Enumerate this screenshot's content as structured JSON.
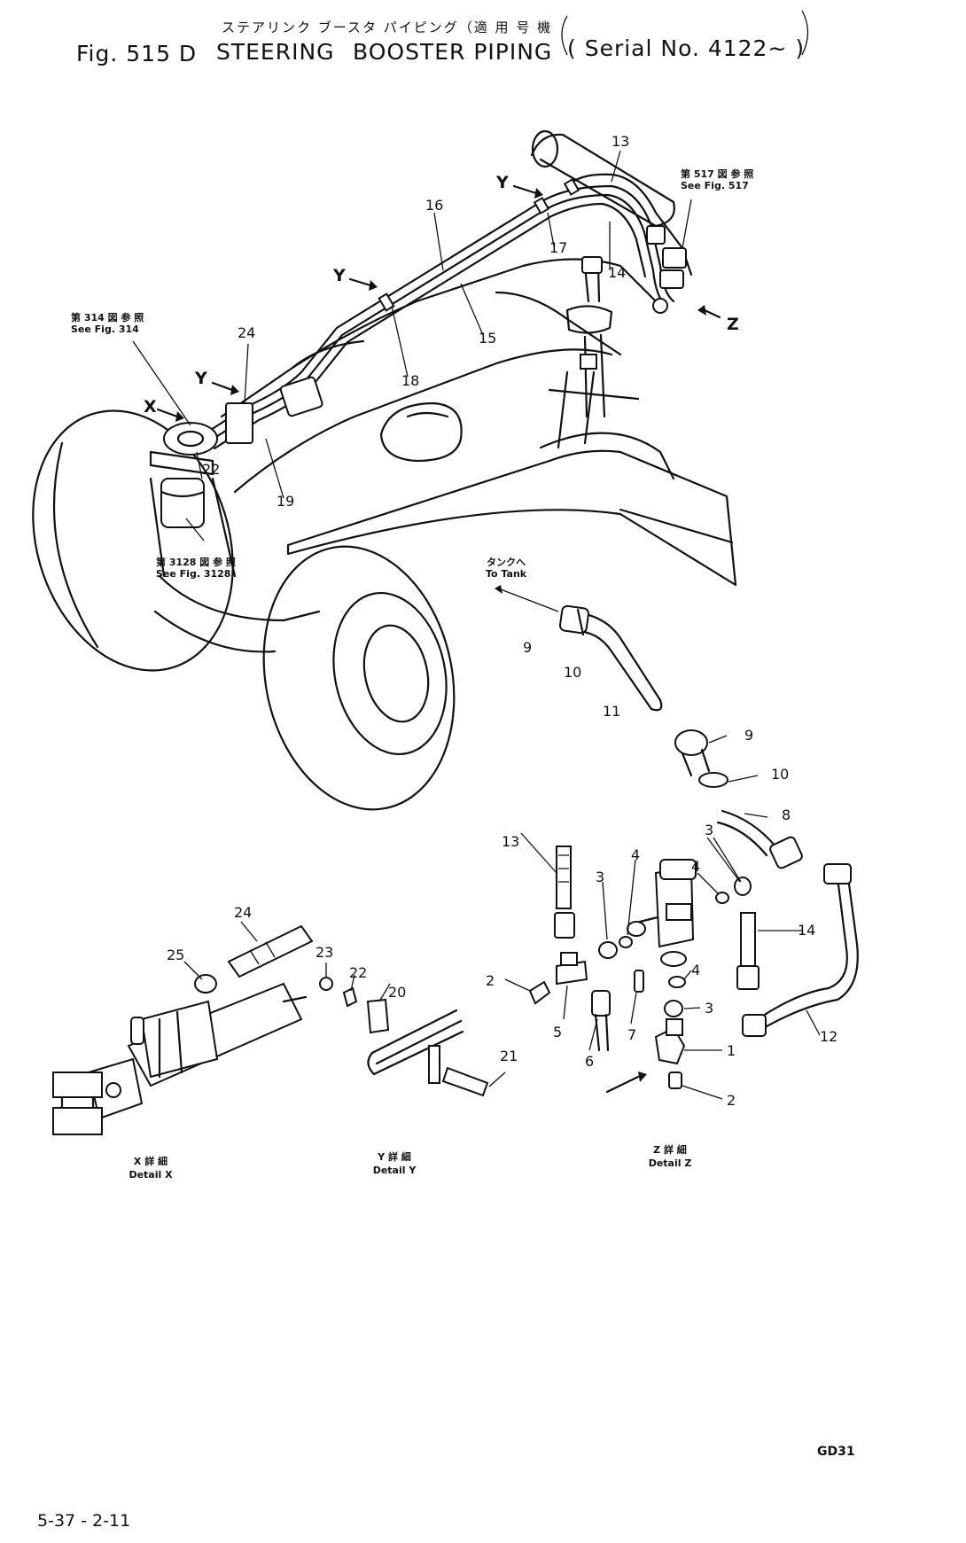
{
  "header": {
    "jp_line": "ステアリンク ブースタ パイピング（適 用 号 機",
    "fig_label": "Fig. 515 D",
    "title_part1": "STEERING",
    "title_part2": "BOOSTER PIPING",
    "serial": "( Serial No. 4122~ )"
  },
  "references": {
    "fig517_jp": "第 517 図 参 照",
    "fig517_en": "See Fig. 517",
    "fig314_jp": "第 314 図 参 照",
    "fig314_en": "See Fig. 314",
    "fig3128_jp": "第 3128 図 参 照",
    "fig3128_en": "See Fig. 3128",
    "tank_jp": "タンクへ",
    "tank_en": "To Tank"
  },
  "view_markers": {
    "y1": "Y",
    "y2": "Y",
    "y3": "Y",
    "x": "X",
    "z": "Z"
  },
  "callouts_main": {
    "c13": "13",
    "c16": "16",
    "c17": "17",
    "c14": "14",
    "c15": "15",
    "c18": "18",
    "c24": "24",
    "c22": "22",
    "c19": "19"
  },
  "callouts_detail": {
    "c9a": "9",
    "c10a": "10",
    "c11": "11",
    "c9b": "9",
    "c10b": "10",
    "c8": "8",
    "c13": "13",
    "c4a": "4",
    "c3a": "3",
    "c4b": "4",
    "c3b": "3",
    "c14": "14",
    "c2a": "2",
    "c5": "5",
    "c6": "6",
    "c7": "7",
    "c4c": "4",
    "c3c": "3",
    "c1": "1",
    "c2b": "2",
    "c12": "12",
    "c24": "24",
    "c25": "25",
    "c23": "23",
    "c22": "22",
    "c20": "20",
    "c21": "21"
  },
  "details": {
    "x_jp": "X 詳 細",
    "x_en": "Detail X",
    "y_jp": "Y 詳 細",
    "y_en": "Detail Y",
    "z_jp": "Z 詳 細",
    "z_en": "Detail Z"
  },
  "footer": {
    "page": "5-37 - 2-11",
    "code": "GD31"
  }
}
